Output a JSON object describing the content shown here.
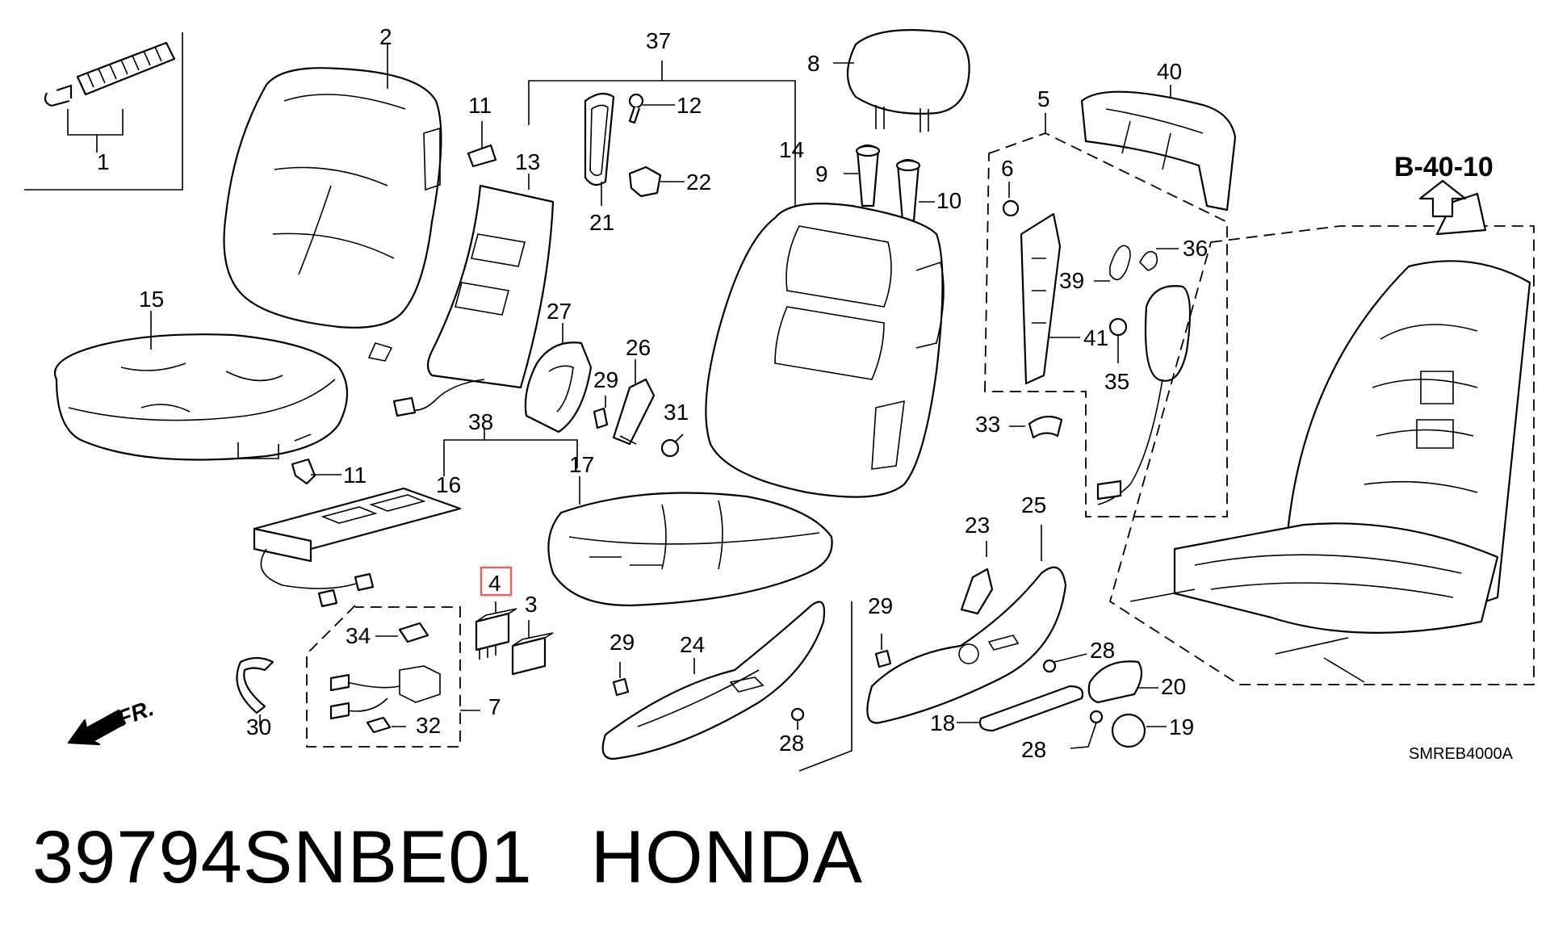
{
  "diagram": {
    "labels": [
      "1",
      "2",
      "3",
      "4",
      "5",
      "6",
      "7",
      "8",
      "9",
      "10",
      "11",
      "12",
      "13",
      "14",
      "15",
      "16",
      "17",
      "18",
      "19",
      "20",
      "21",
      "22",
      "23",
      "24",
      "25",
      "26",
      "27",
      "28",
      "29",
      "30",
      "31",
      "32",
      "33",
      "34",
      "35",
      "36",
      "37",
      "38",
      "39",
      "40",
      "41"
    ],
    "highlighted_label": "4",
    "reference": "B-40-10",
    "direction_label": "FR.",
    "diagram_code": "SMREB4000A"
  },
  "footer": {
    "part_number": "39794SNBE01",
    "brand": "HONDA"
  }
}
